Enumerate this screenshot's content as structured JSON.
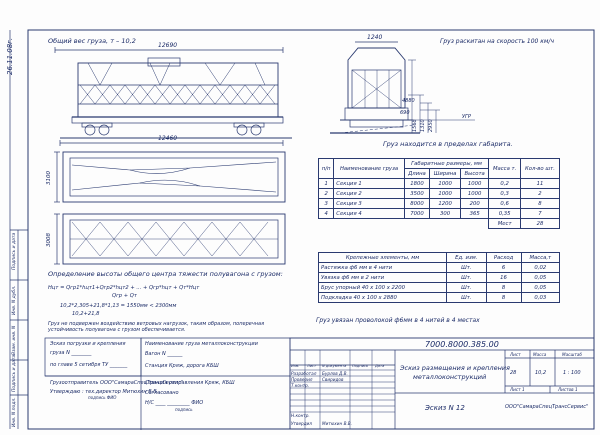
{
  "side_date": "26.11.08г.",
  "title_weight": "Общий вес груза, т – 10,2",
  "speed_note": "Груз раскитан на скорость 100 км/ч",
  "gabarit_note": "Груз находится в пределах габарита.",
  "dims": {
    "top_len": "12690",
    "bottom_len": "12460",
    "w1": "1240",
    "h_3100": "3100",
    "h_3008": "3008",
    "d_4880": "4880",
    "d_2950": "2950",
    "d_1568": "1568",
    "d_1310": "1310",
    "d_690": "690",
    "ugr": "УГР"
  },
  "cargo_table": {
    "headers": [
      "п/п",
      "Наименование груза",
      "Габаритные размеры, мм",
      "Масса т.",
      "Кол-во шт."
    ],
    "sub_headers": [
      "Длина",
      "Ширина",
      "Высота"
    ],
    "rows": [
      [
        "1",
        "Секция 1",
        "1800",
        "1000",
        "1000",
        "0,2",
        "11"
      ],
      [
        "2",
        "Секция 2",
        "3500",
        "1000",
        "1000",
        "0,3",
        "2"
      ],
      [
        "3",
        "Секция 3",
        "8000",
        "1200",
        "200",
        "0,6",
        "8"
      ],
      [
        "4",
        "Секция 4",
        "7000",
        "300",
        "365",
        "0,35",
        "7"
      ]
    ],
    "total_label": "Мест",
    "total_value": "28"
  },
  "fix_table": {
    "headers": [
      "Крепежные элементы, мм",
      "Ед. изм.",
      "Расход",
      "Масса,т"
    ],
    "rows": [
      [
        "Растяжка ф6 мм в 4 нити",
        "Шт.",
        "6",
        "0,02"
      ],
      [
        "Увязка ф6 мм в 2 нити",
        "Шт.",
        "16",
        "0,05"
      ],
      [
        "Брус упорный 40 х 100 х 2200",
        "Шт.",
        "8",
        "0,05"
      ],
      [
        "Подкладка 40 х 100 х 2880",
        "Шт.",
        "8",
        "0,03"
      ]
    ]
  },
  "gravity_title": "Определение высоты общего центра тяжести полувагона с грузом:",
  "formula1": "Hцт = Qгр1*hцт1+Qгр2*hцт2 + ... + Qгр*hцт + Qт*Hцт",
  "formula1b": "Qгр + Qт",
  "formula2": "10,2*2,305+21,8*1,13 = 1550мм < 2300мм",
  "formula2b": "10,2+21,8",
  "wind_note": "Груз не подвержен воздействию ветровых нагрузок, таким образом, поперечная устойчивость полувагона с грузом обеспечивается.",
  "wire_note": "Груз увязан проволокой ф6мм в 4 нитей в 4 местах",
  "left_box": {
    "l1": "Эскиз погрузки и крепления",
    "l2": "груза N ________",
    "l3": "по главе 5 сетибря ТУ _______",
    "l4": "Грузоотправитель ООО\"СамараСпецТрансСервис\"",
    "l5": "Утверждаю : тех.директор      Митюхин В.В.",
    "l6": "подпись       ФИО"
  },
  "mid_box": {
    "l1": "Наименование груза металлоконструкции",
    "l2": "Вагон N ______",
    "l3": "Станция  Кряж, дорога КБШ",
    "l4": "Станция отправления Кряж, КБШ",
    "l5": "Согласовано",
    "l6": "Н/С ____ _________ ФИО",
    "l7": "подпись"
  },
  "stamp": {
    "code": "7000.8000.385.00",
    "title_l1": "Эскиз размещения и крепления",
    "title_l2": "металлоконструкций",
    "sketch": "Эскиз N 12",
    "org": "ООО\"СамараСпецТрансСервис\"",
    "col_lit": "Лист",
    "col_mass": "Масса",
    "col_scale": "Масштаб",
    "mass": "10,2",
    "scale": "1 : 100",
    "lit_val": "28",
    "sheet_l": "Лист 1",
    "sheets_l": "Листов 1",
    "rows": [
      [
        "Разработал",
        "Бурлов Д.В."
      ],
      [
        "Проверил",
        "Свиридов"
      ],
      [
        "Т.контр.",
        ""
      ],
      [
        "",
        ""
      ],
      [
        "Н.контр.",
        ""
      ],
      [
        "Утвердил",
        "Митюхин В.В."
      ]
    ],
    "head_row": [
      "Изм.",
      "Лист",
      "N документа",
      "Подпись",
      "Дата"
    ]
  },
  "side_labels": [
    "Инв. N подл.",
    "Подпись и дата",
    "Взам. инв. N",
    "Инв. N дубл.",
    "Подпись и дата"
  ]
}
